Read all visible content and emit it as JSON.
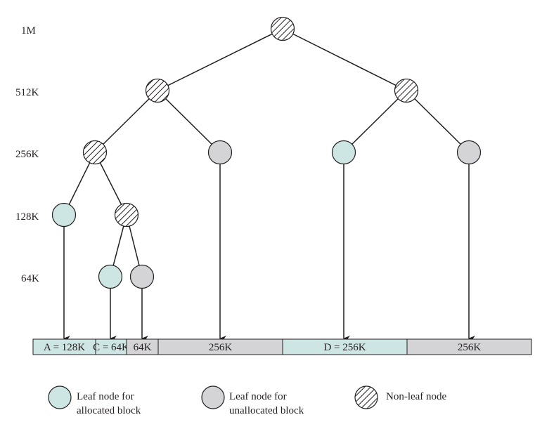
{
  "levels": [
    "1M",
    "512K",
    "256K",
    "128K",
    "64K"
  ],
  "blocks": [
    "A = 128K",
    "C = 64K",
    "64K",
    "256K",
    "D = 256K",
    "256K"
  ],
  "legend": {
    "allocated": [
      "Leaf node for",
      "allocated block"
    ],
    "unallocated": [
      "Leaf node for",
      "unallocated block"
    ],
    "nonleaf": "Non-leaf node"
  },
  "colors": {
    "allocated": "#cde6e4",
    "unallocated": "#d4d4d6",
    "stroke": "#231f20"
  }
}
